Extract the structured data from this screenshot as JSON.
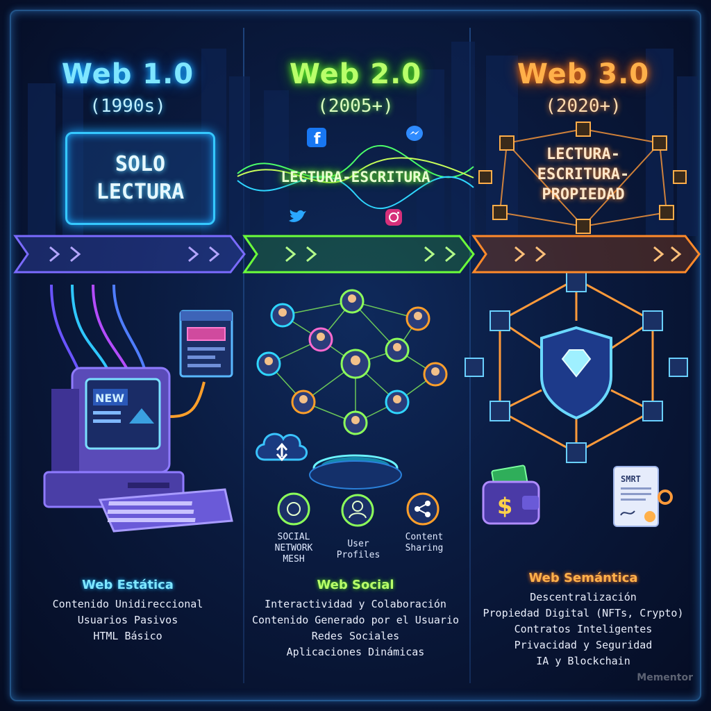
{
  "eras": [
    {
      "title": "Web 1.0",
      "years": "(1990s)",
      "mode_lines": [
        "SOLO",
        "LECTURA"
      ],
      "heading": "Web Estática",
      "features": [
        "Contenido Unidireccional",
        "Usuarios Pasivos",
        "HTML Básico"
      ],
      "screen_text": "NEW",
      "color": "#35c8ff"
    },
    {
      "title": "Web 2.0",
      "years": "(2005+)",
      "mode_lines": [
        "LECTURA-ESCRITURA"
      ],
      "heading": "Web Social",
      "features": [
        "Interactividad y Colaboración",
        "Contenido Generado por el Usuario",
        "Redes Sociales",
        "Aplicaciones Dinámicas"
      ],
      "icons": [
        {
          "label": "SOCIAL NETWORK MESH"
        },
        {
          "label": "User Profiles"
        },
        {
          "label": "Content Sharing"
        }
      ],
      "color": "#7dff3a"
    },
    {
      "title": "Web 3.0",
      "years": "(2020+)",
      "mode_lines": [
        "LECTURA-",
        "ESCRITURA-",
        "PROPIEDAD"
      ],
      "heading": "Web Semántica",
      "features": [
        "Descentralización",
        "Propiedad Digital (NFTs, Crypto)",
        "Contratos Inteligentes",
        "Privacidad y Seguridad",
        "IA y Blockchain"
      ],
      "contract_text": "SMRT",
      "color": "#ff8a2a"
    }
  ],
  "watermark": "Mementor"
}
